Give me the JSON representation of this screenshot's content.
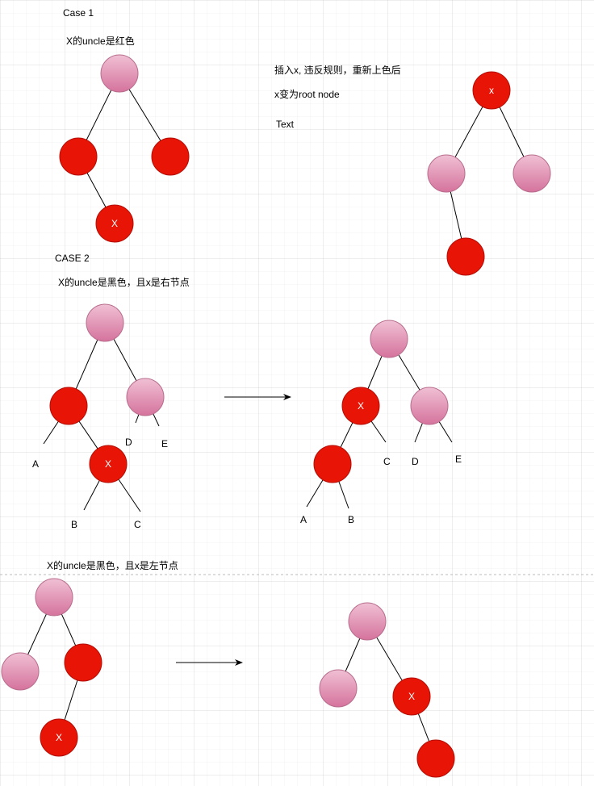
{
  "labels": {
    "case1_title": "Case 1",
    "case1_desc": "X的uncle是红色",
    "note1": "插入x, 违反规则，重新上色后",
    "note2": "x变为root node",
    "note3": "Text",
    "case2_title": "CASE 2",
    "case2_desc": "X的uncle是黑色，且x是右节点",
    "case3_desc": "X的uncle是黑色，且x是左节点"
  },
  "node_label_x_upper": "X",
  "node_label_x_lower": "x",
  "leaf": {
    "a": "A",
    "b": "B",
    "c": "C",
    "d": "D",
    "e": "E"
  },
  "colors": {
    "red_fill": "#e81405",
    "red_stroke": "#b30d05",
    "pink_top": "#f0c0d4",
    "pink_bottom": "#d5739d",
    "pink_stroke": "#b86c8c",
    "edge": "#000000",
    "arrow": "#000000",
    "grid_dash": "#bbbbbb"
  }
}
